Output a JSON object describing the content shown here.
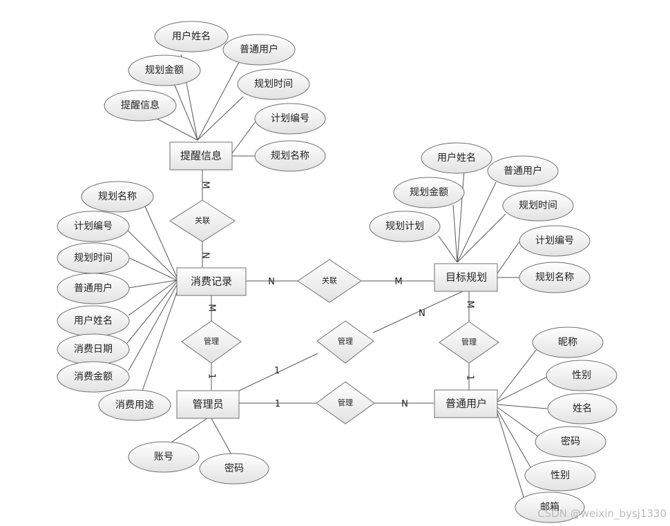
{
  "entities": {
    "tixing": "提醒信息",
    "xiaofei": "消费记录",
    "mubiao": "目标规划",
    "guanliyuan": "管理员",
    "putong": "普通用户"
  },
  "relationships": {
    "r1": "关联",
    "r2": "关联",
    "r3": "管理",
    "r4": "管理",
    "r5": "管理",
    "r6": "管理"
  },
  "attributes": {
    "tixing": [
      "用户姓名",
      "普通用户",
      "规划金额",
      "规划时间",
      "提醒信息",
      "计划编号",
      "规划名称"
    ],
    "mubiao": [
      "用户姓名",
      "普通用户",
      "规划金额",
      "规划时间",
      "规划计划",
      "计划编号",
      "规划名称"
    ],
    "xiaofei": [
      "规划名称",
      "计划编号",
      "规划时间",
      "普通用户",
      "用户姓名",
      "消费日期",
      "消费金额",
      "消费用途"
    ],
    "guanliyuan": [
      "账号",
      "密码"
    ],
    "putong": [
      "昵称",
      "性别",
      "姓名",
      "密码",
      "性别",
      "邮箱"
    ]
  },
  "cardinalities": [
    "M",
    "N",
    "N",
    "M",
    "M",
    "1",
    "1",
    "N",
    "M",
    "1",
    "1",
    "N"
  ],
  "watermark": "CSDN @weixin_bysj1330"
}
